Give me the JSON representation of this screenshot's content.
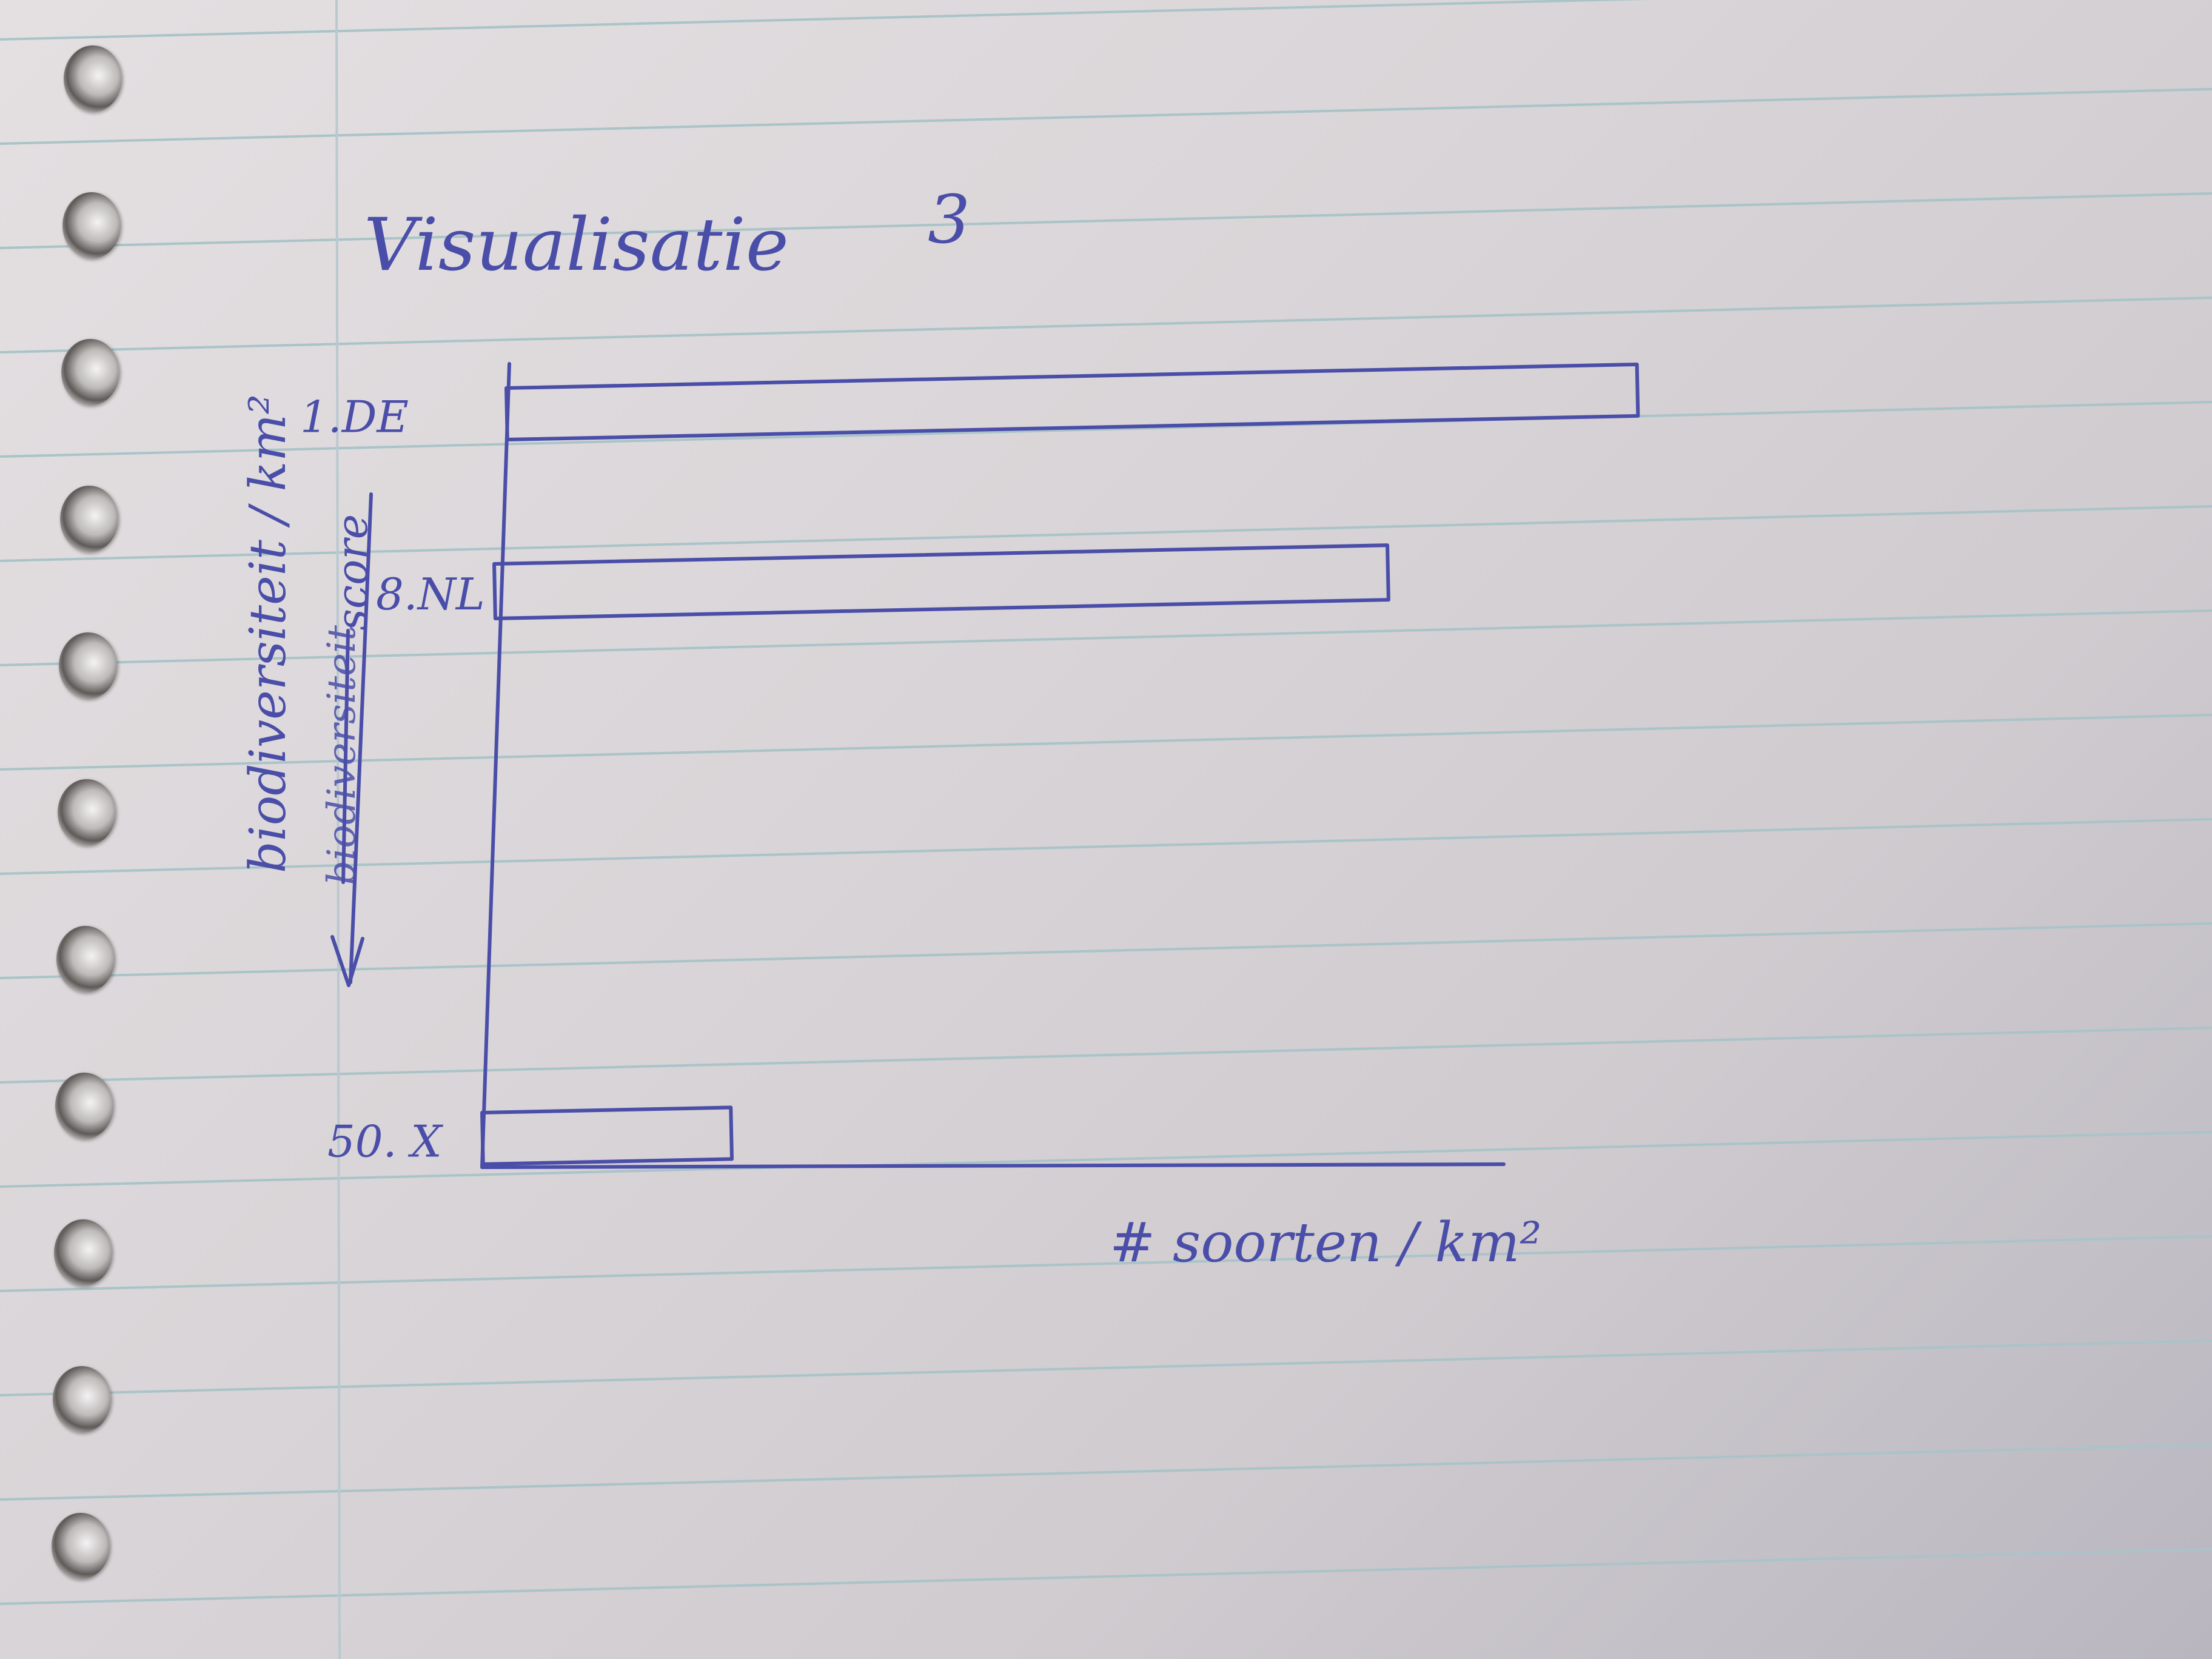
{
  "title": "Visualisatie",
  "title_number": "3",
  "chart_data": {
    "type": "bar",
    "orientation": "horizontal",
    "categories": [
      "1.DE",
      "8.NL",
      "50. X"
    ],
    "values": [
      100,
      79,
      22
    ],
    "xlabel": "# soorten / km²",
    "ylabel": "biodiversiteit / km²",
    "ylabel_secondary": "score",
    "ylabel_struck": "biodiversiteit",
    "xlim": [
      0,
      100
    ],
    "grid": false,
    "ink_color": "#4a4ea8"
  }
}
